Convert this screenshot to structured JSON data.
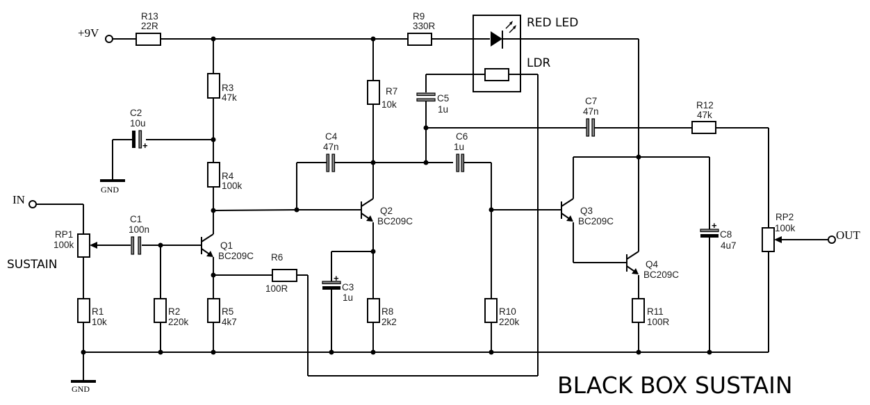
{
  "title": "BLACK BOX SUSTAIN",
  "terminals": {
    "supply": "+9V",
    "input": "IN",
    "output": "OUT",
    "ground": "GND"
  },
  "control_label": "SUSTAIN",
  "optocoupler": {
    "led_label": "RED LED",
    "ldr_label": "LDR"
  },
  "components": {
    "R1": {
      "ref": "R1",
      "value": "10k"
    },
    "R2": {
      "ref": "R2",
      "value": "220k"
    },
    "R3": {
      "ref": "R3",
      "value": "47k"
    },
    "R4": {
      "ref": "R4",
      "value": "100k"
    },
    "R5": {
      "ref": "R5",
      "value": "4k7"
    },
    "R6": {
      "ref": "R6",
      "value": "100R"
    },
    "R7": {
      "ref": "R7",
      "value": "10k"
    },
    "R8": {
      "ref": "R8",
      "value": "2k2"
    },
    "R9": {
      "ref": "R9",
      "value": "330R"
    },
    "R10": {
      "ref": "R10",
      "value": "220k"
    },
    "R11": {
      "ref": "R11",
      "value": "100R"
    },
    "R12": {
      "ref": "R12",
      "value": "47k"
    },
    "R13": {
      "ref": "R13",
      "value": "22R"
    },
    "RP1": {
      "ref": "RP1",
      "value": "100k"
    },
    "RP2": {
      "ref": "RP2",
      "value": "100k"
    },
    "C1": {
      "ref": "C1",
      "value": "100n"
    },
    "C2": {
      "ref": "C2",
      "value": "10u"
    },
    "C3": {
      "ref": "C3",
      "value": "1u"
    },
    "C4": {
      "ref": "C4",
      "value": "47n"
    },
    "C5": {
      "ref": "C5",
      "value": "1u"
    },
    "C6": {
      "ref": "C6",
      "value": "1u"
    },
    "C7": {
      "ref": "C7",
      "value": "47n"
    },
    "C8": {
      "ref": "C8",
      "value": "4u7"
    },
    "Q1": {
      "ref": "Q1",
      "value": "BC209C"
    },
    "Q2": {
      "ref": "Q2",
      "value": "BC209C"
    },
    "Q3": {
      "ref": "Q3",
      "value": "BC209C"
    },
    "Q4": {
      "ref": "Q4",
      "value": "BC209C"
    }
  },
  "polarity_mark": "+"
}
